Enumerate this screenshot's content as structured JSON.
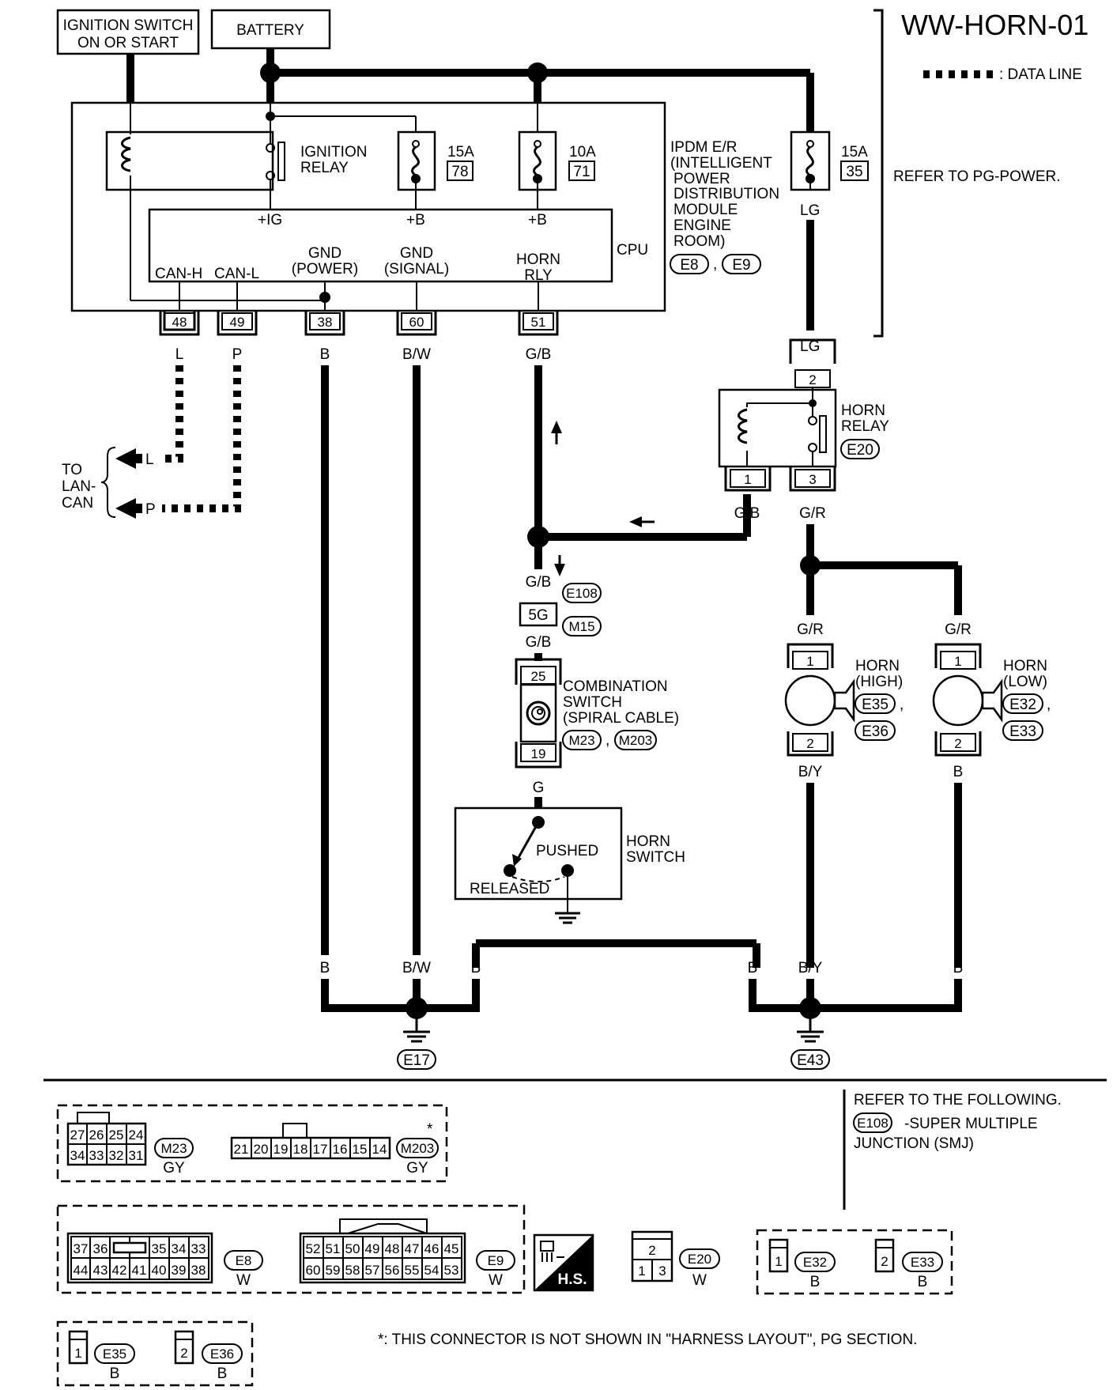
{
  "title": "WW-HORN-01",
  "legend": {
    "data_line": ": DATA LINE"
  },
  "power": {
    "ignition_switch": [
      "IGNITION SWITCH",
      "ON OR START"
    ],
    "battery": "BATTERY",
    "refer_pg_power": "REFER TO PG-POWER."
  },
  "ipdm": {
    "name": [
      "IPDM E/R",
      "(INTELLIGENT",
      "POWER",
      "DISTRIBUTION",
      "MODULE",
      "ENGINE",
      "ROOM)"
    ],
    "connectors": [
      "E8",
      "E9"
    ],
    "ignition_relay": [
      "IGNITION",
      "RELAY"
    ],
    "fuses": [
      {
        "amp": "15A",
        "no": "78"
      },
      {
        "amp": "10A",
        "no": "71"
      },
      {
        "amp": "15A",
        "no": "35"
      }
    ],
    "cpu": "CPU",
    "cpu_terms": {
      "ig": "+IG",
      "b1": "+B",
      "b2": "+B",
      "canh": "CAN-H",
      "canl": "CAN-L",
      "gndp": [
        "GND",
        "(POWER)"
      ],
      "gnds": [
        "GND",
        "(SIGNAL)"
      ],
      "horn": [
        "HORN",
        "RLY"
      ]
    },
    "pins": [
      "48",
      "49",
      "38",
      "60",
      "51"
    ]
  },
  "wires": {
    "L": "L",
    "P": "P",
    "B": "B",
    "BW": "B/W",
    "GB": "G/B",
    "LG": "LG",
    "GR": "G/R",
    "G": "G",
    "BY": "B/Y"
  },
  "lan_can": [
    "TO",
    "LAN-",
    "CAN"
  ],
  "horn_relay": {
    "name": [
      "HORN",
      "RELAY"
    ],
    "connector": "E20",
    "pins": [
      "2",
      "1",
      "3"
    ]
  },
  "junction": {
    "top": "E108",
    "pin": "5G",
    "bottom": "M15"
  },
  "comb_switch": {
    "name": [
      "COMBINATION",
      "SWITCH",
      "(SPIRAL CABLE)"
    ],
    "connectors": [
      "M23",
      "M203"
    ],
    "pins": [
      "25",
      "19"
    ]
  },
  "horn_switch": {
    "name": [
      "HORN",
      "SWITCH"
    ],
    "pushed": "PUSHED",
    "released": "RELEASED"
  },
  "horn_high": {
    "name": [
      "HORN",
      "(HIGH)"
    ],
    "connectors": [
      "E35",
      "E36"
    ],
    "pins": [
      "1",
      "2"
    ]
  },
  "horn_low": {
    "name": [
      "HORN",
      "(LOW)"
    ],
    "connectors": [
      "E32",
      "E33"
    ],
    "pins": [
      "1",
      "2"
    ]
  },
  "grounds": [
    "E17",
    "E43"
  ],
  "comma": ",",
  "refer_following": {
    "line1": "REFER TO THE FOLLOWING.",
    "conn": "E108",
    "line2": "-SUPER MULTIPLE",
    "line3": "JUNCTION (SMJ)"
  },
  "connector_views": {
    "m23": {
      "top": [
        "27",
        "26",
        "25",
        "24"
      ],
      "bottom": [
        "34",
        "33",
        "32",
        "31"
      ],
      "name": "M23",
      "color": "GY"
    },
    "m203": {
      "pins": [
        "21",
        "20",
        "19",
        "18",
        "17",
        "16",
        "15",
        "14"
      ],
      "name": "M203",
      "color": "GY",
      "star": "*"
    },
    "e8": {
      "top": [
        "37",
        "36",
        "35",
        "34",
        "33"
      ],
      "bottom": [
        "44",
        "43",
        "42",
        "41",
        "40",
        "39",
        "38"
      ],
      "name": "E8",
      "color": "W"
    },
    "e9": {
      "top": [
        "52",
        "51",
        "50",
        "49",
        "48",
        "47",
        "46",
        "45"
      ],
      "bottom": [
        "60",
        "59",
        "58",
        "57",
        "56",
        "55",
        "54",
        "53"
      ],
      "name": "E9",
      "color": "W"
    },
    "hs": "H.S.",
    "e20": {
      "top": "2",
      "bottom": [
        "1",
        "3"
      ],
      "name": "E20",
      "color": "W"
    },
    "e32": {
      "pin": "1",
      "name": "E32",
      "color": "B"
    },
    "e33": {
      "pin": "2",
      "name": "E33",
      "color": "B"
    },
    "e35": {
      "pin": "1",
      "name": "E35",
      "color": "B"
    },
    "e36": {
      "pin": "2",
      "name": "E36",
      "color": "B"
    }
  },
  "footnote": "*: THIS CONNECTOR IS NOT SHOWN IN \"HARNESS LAYOUT\", PG SECTION."
}
